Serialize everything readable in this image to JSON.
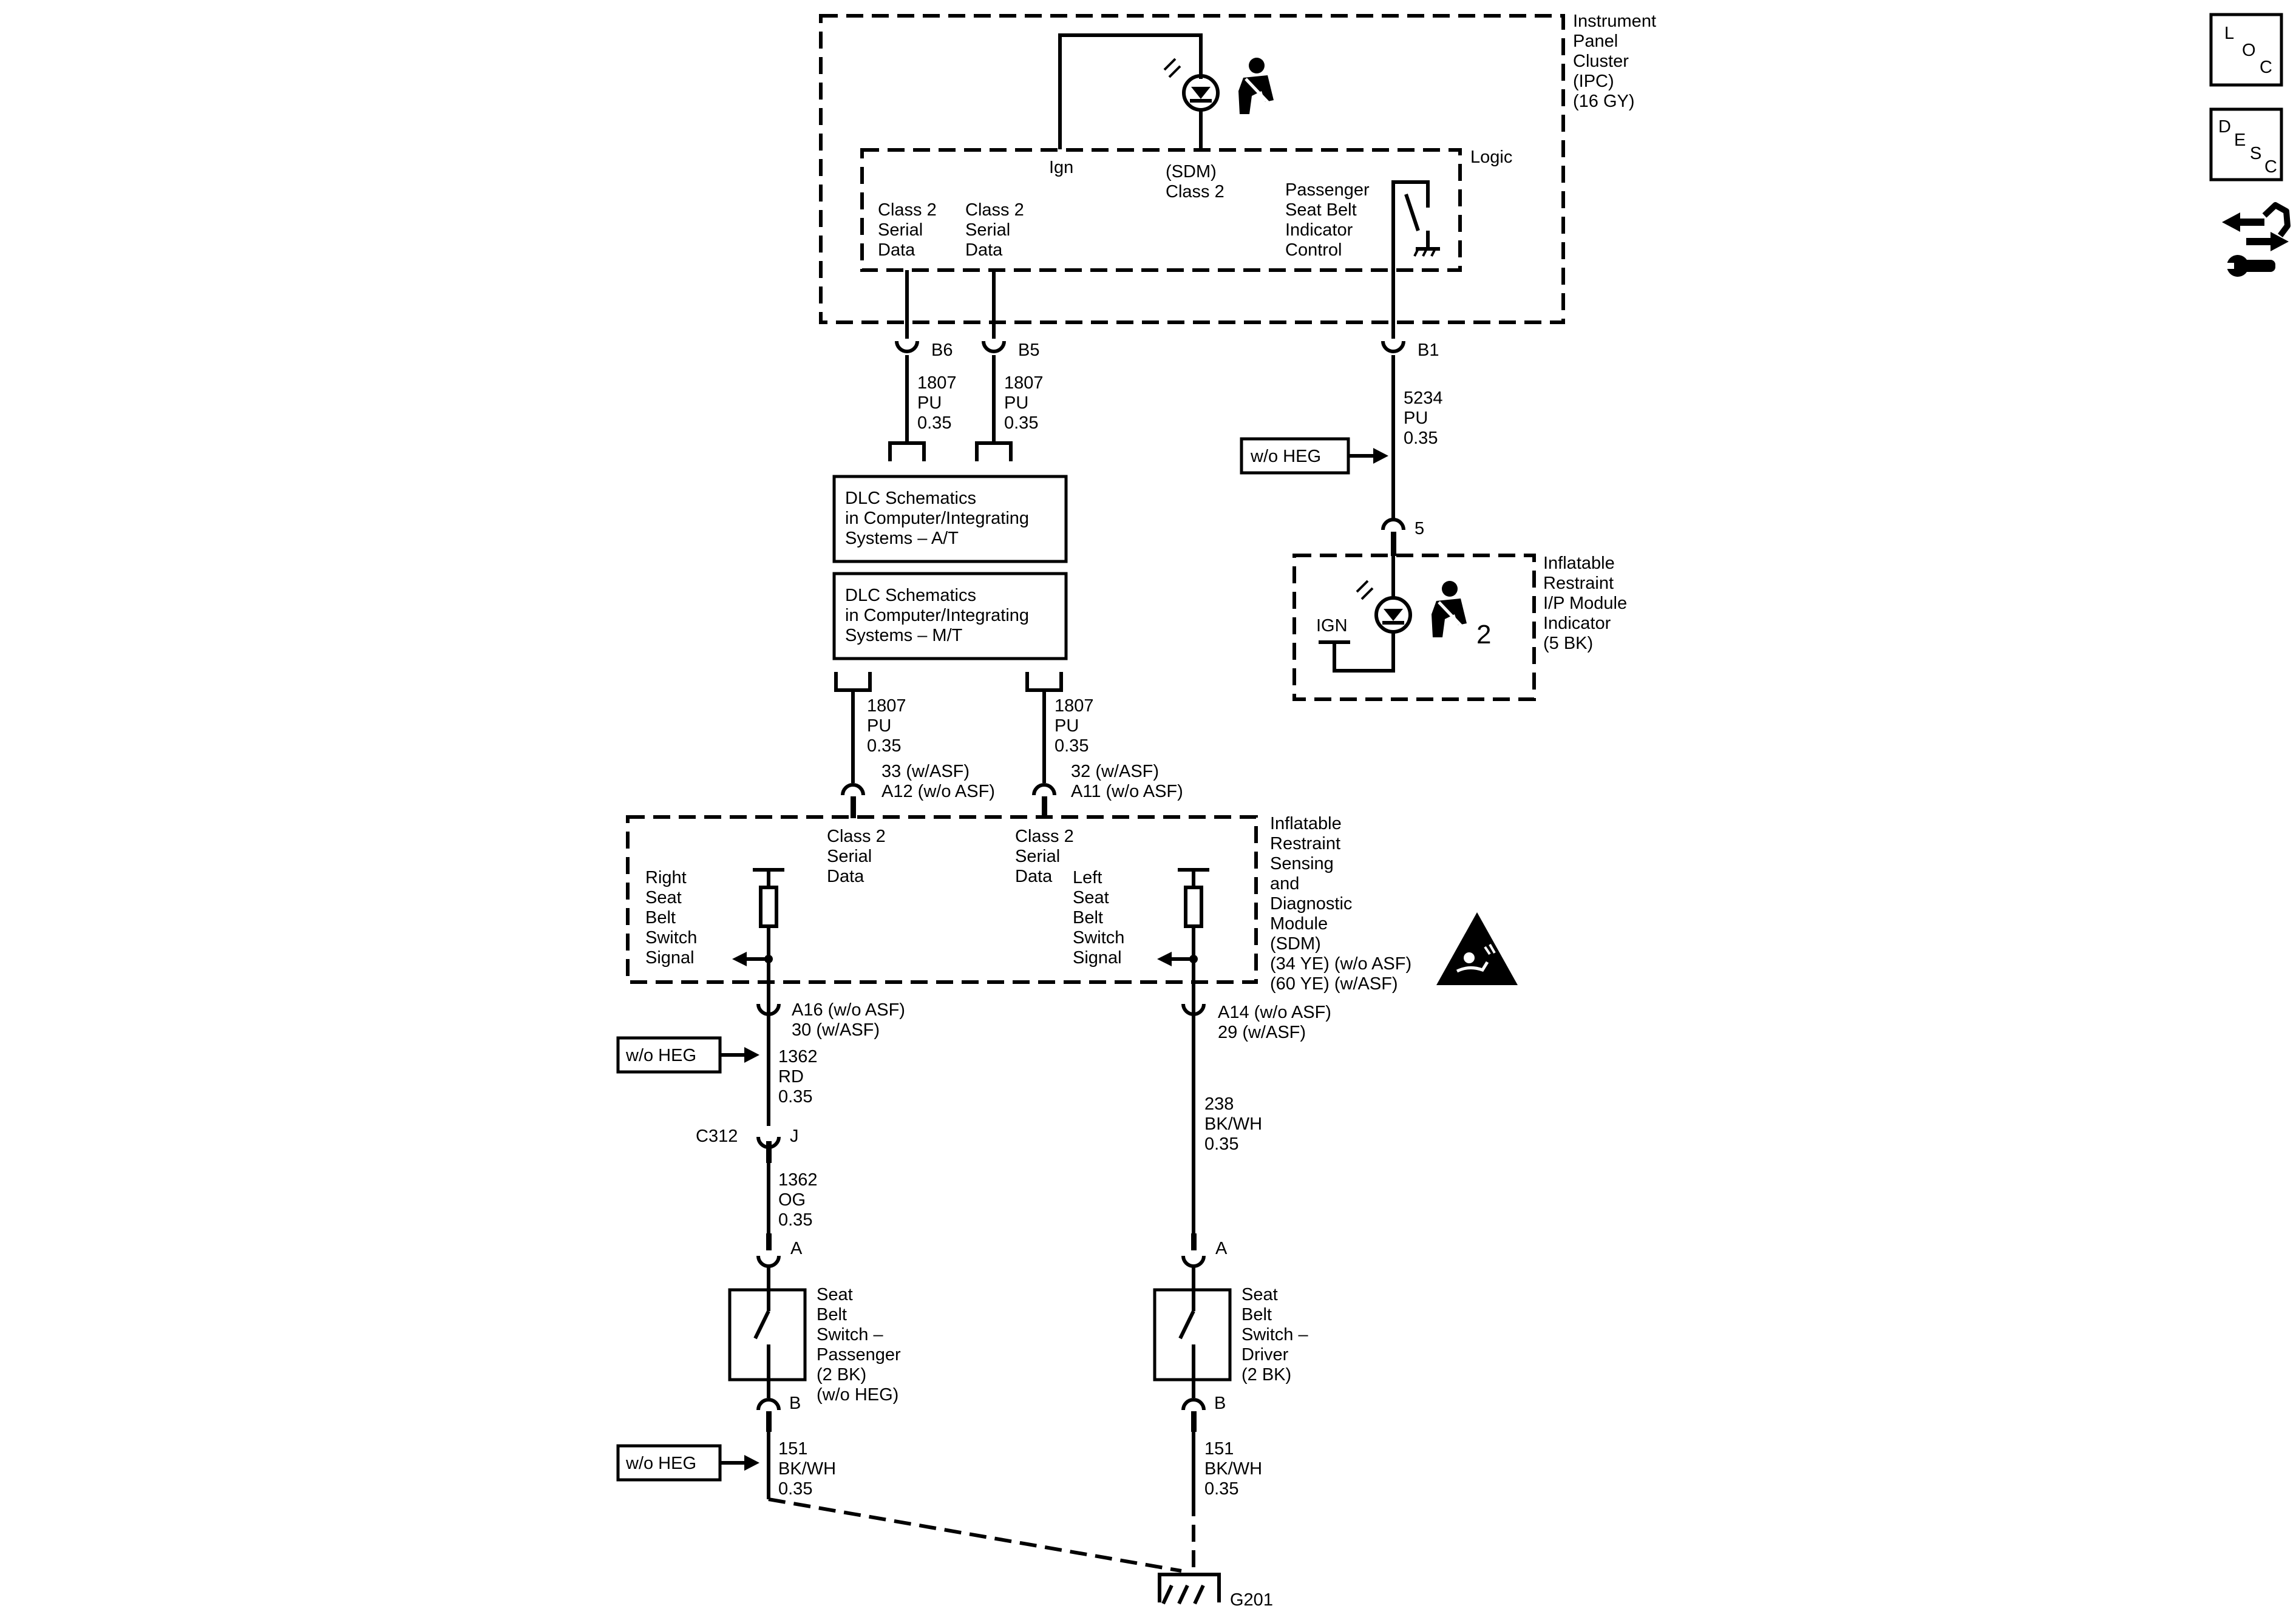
{
  "ipc": {
    "label": [
      "Instrument",
      "Panel",
      "Cluster",
      "(IPC)",
      "(16 GY)"
    ],
    "ign": "Ign",
    "sdm_class2": [
      "(SDM)",
      "Class 2"
    ],
    "logic": "Logic",
    "class2_b6": [
      "Class 2",
      "Serial",
      "Data"
    ],
    "class2_b5": [
      "Class 2",
      "Serial",
      "Data"
    ],
    "passenger_indicator": [
      "Passenger",
      "Seat Belt",
      "Indicator",
      "Control"
    ]
  },
  "pins": {
    "b6": "B6",
    "b5": "B5",
    "b1": "B1",
    "five": "5",
    "a12": [
      "33 (w/ASF)",
      "A12 (w/o ASF)"
    ],
    "a11": [
      "32 (w/ASF)",
      "A11 (w/o ASF)"
    ],
    "a16": [
      "A16 (w/o ASF)",
      "30 (w/ASF)"
    ],
    "a14": [
      "A14 (w/o ASF)",
      "29 (w/ASF)"
    ],
    "c312": "C312",
    "j": "J",
    "a_pass": "A",
    "a_drv": "A",
    "b_pass": "B",
    "b_drv": "B"
  },
  "wires": {
    "w_b6": [
      "1807",
      "PU",
      "0.35"
    ],
    "w_b5": [
      "1807",
      "PU",
      "0.35"
    ],
    "w_b1": [
      "5234",
      "PU",
      "0.35"
    ],
    "w_left": [
      "1807",
      "PU",
      "0.35"
    ],
    "w_right": [
      "1807",
      "PU",
      "0.35"
    ],
    "w_a16": [
      "1362",
      "RD",
      "0.35"
    ],
    "w_og": [
      "1362",
      "OG",
      "0.35"
    ],
    "w_a14": [
      "238",
      "BK/WH",
      "0.35"
    ],
    "w_gnd_pass": [
      "151",
      "BK/WH",
      "0.35"
    ],
    "w_gnd_drv": [
      "151",
      "BK/WH",
      "0.35"
    ]
  },
  "dlc": {
    "at": [
      "DLC Schematics",
      "in Computer/Integrating",
      "Systems – A/T"
    ],
    "mt": [
      "DLC Schematics",
      "in Computer/Integrating",
      "Systems – M/T"
    ]
  },
  "ip_module": {
    "label": [
      "Inflatable",
      "Restraint",
      "I/P Module",
      "Indicator",
      "(5 BK)"
    ],
    "ign": "IGN",
    "number": "2"
  },
  "sdm": {
    "label": [
      "Inflatable",
      "Restraint",
      "Sensing",
      "and",
      "Diagnostic",
      "Module",
      "(SDM)",
      "(34 YE) (w/o ASF)",
      "(60 YE) (w/ASF)"
    ],
    "class2_left": [
      "Class 2",
      "Serial",
      "Data"
    ],
    "class2_right": [
      "Class 2",
      "Serial",
      "Data"
    ],
    "right_switch": [
      "Right",
      "Seat",
      "Belt",
      "Switch",
      "Signal"
    ],
    "left_switch": [
      "Left",
      "Seat",
      "Belt",
      "Switch",
      "Signal"
    ]
  },
  "switches": {
    "passenger": [
      "Seat",
      "Belt",
      "Switch –",
      "Passenger",
      "(2 BK)",
      "(w/o HEG)"
    ],
    "driver": [
      "Seat",
      "Belt",
      "Switch –",
      "Driver",
      "(2 BK)"
    ]
  },
  "ground": "G201",
  "notes": {
    "heg1": "w/o HEG",
    "heg2": "w/o HEG",
    "heg3": "w/o HEG"
  },
  "side_icons": {
    "loc": [
      "L",
      "O",
      "C"
    ],
    "desc": [
      "D",
      "E",
      "S",
      "C"
    ],
    "tools": "wrench-arrows-icon"
  }
}
